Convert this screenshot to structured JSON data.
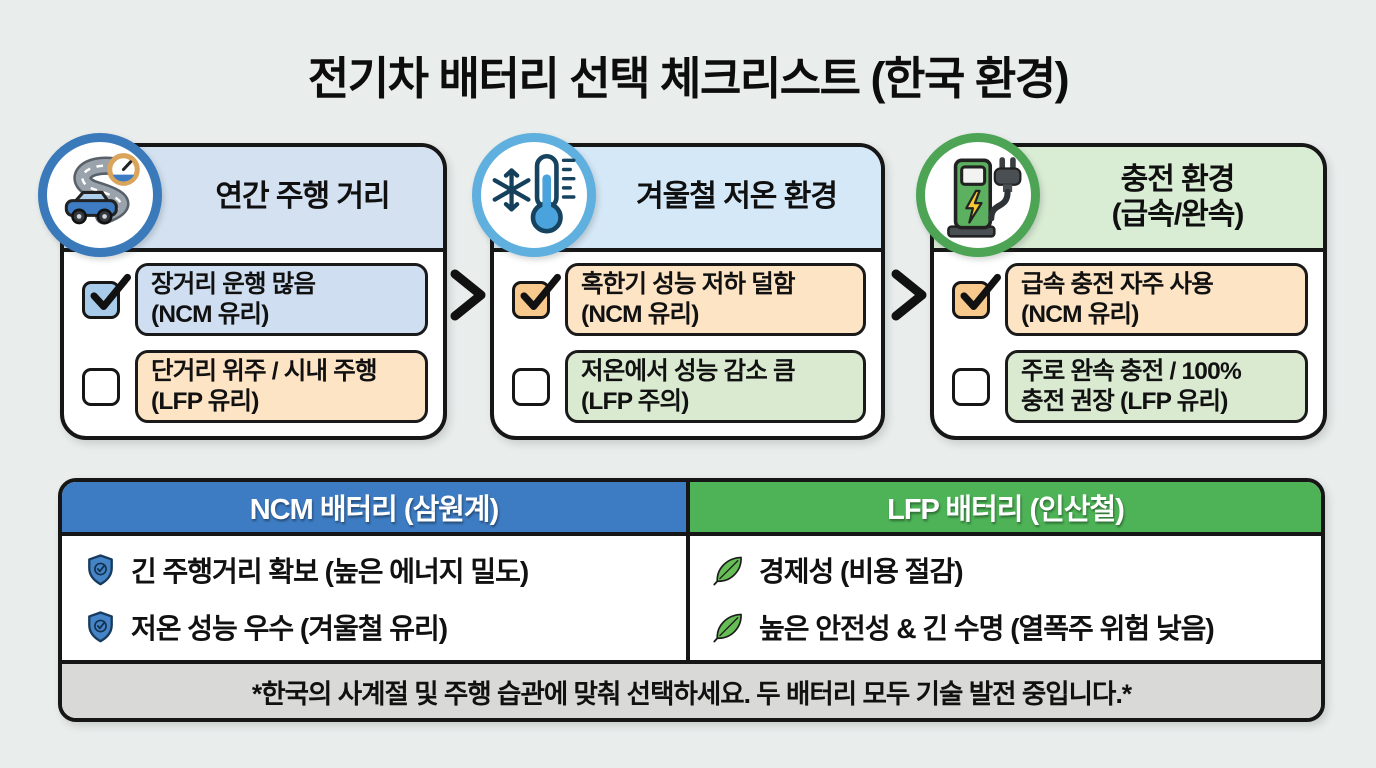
{
  "title": "전기차 배터리 선택 체크리스트 (한국 환경)",
  "cards": [
    {
      "icon": "road-car-icon",
      "header_line1": "연간 주행 거리",
      "options": [
        {
          "checked": true,
          "line1": "장거리 운행 많음",
          "line2": "(NCM 유리)"
        },
        {
          "checked": false,
          "line1": "단거리 위주 / 시내 주행",
          "line2": "(LFP 유리)"
        }
      ]
    },
    {
      "icon": "snowflake-thermometer-icon",
      "header_line1": "겨울철 저온 환경",
      "options": [
        {
          "checked": true,
          "line1": "혹한기 성능 저하 덜함",
          "line2": "(NCM 유리)"
        },
        {
          "checked": false,
          "line1": "저온에서 성능 감소 큼",
          "line2": "(LFP 주의)"
        }
      ]
    },
    {
      "icon": "ev-charger-icon",
      "header_line1": "충전 환경",
      "header_line2": "(급속/완속)",
      "options": [
        {
          "checked": true,
          "line1": "급속 충전 자주 사용",
          "line2": "(NCM 유리)"
        },
        {
          "checked": false,
          "line1": "주로 완속 충전 / 100%",
          "line2": "충전 권장 (LFP 유리)"
        }
      ]
    }
  ],
  "comparison": {
    "ncm": {
      "header": "NCM 배터리 (삼원계)",
      "items": [
        "긴 주행거리 확보 (높은 에너지 밀도)",
        "저온 성능 우수 (겨울철 유리)"
      ]
    },
    "lfp": {
      "header": "LFP 배터리 (인산철)",
      "items": [
        "경제성 (비용 절감)",
        "높은 안전성 & 긴 수명 (열폭주 위험 낮음)"
      ]
    },
    "footnote": "*한국의 사계절 및 주행 습관에 맞춰 선택하세요. 두 배터리 모두 기술 발전 중입니다.*"
  },
  "colors": {
    "background": "#e9edec",
    "card_border": "#161616",
    "card1_header_bg": "#d3e1f1",
    "card2_header_bg": "#d5e8f7",
    "card3_header_bg": "#d9ecd4",
    "option_blue_bg": "#cfdff1",
    "option_peach_bg": "#fce4c5",
    "option_green_bg": "#d9ead1",
    "checkbox_checked_blue": "#a8cbe9",
    "checkbox_checked_orange": "#f7c98c",
    "badge1_ring": "#3a79ba",
    "badge2_ring": "#5fb0de",
    "badge3_ring": "#4ca454",
    "ncm_header_bg": "#3d7cc2",
    "lfp_header_bg": "#4db356",
    "footnote_bg": "#d9dad8"
  }
}
